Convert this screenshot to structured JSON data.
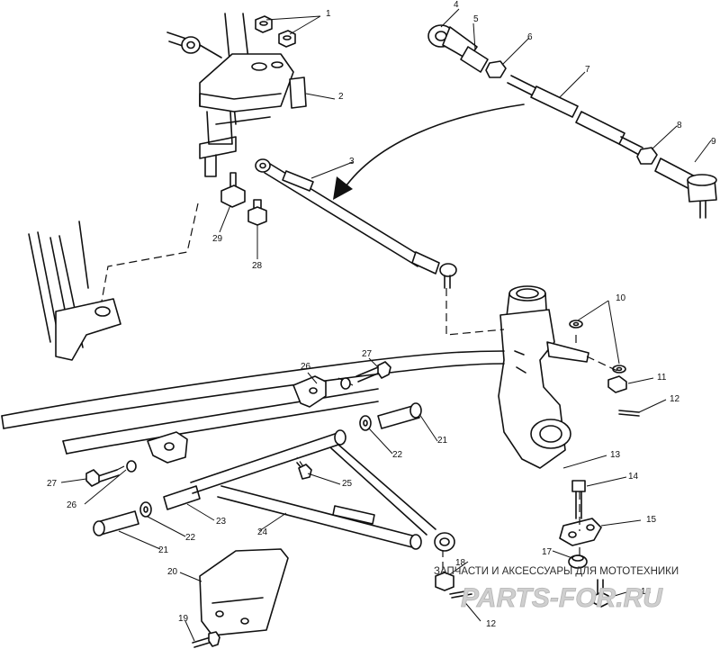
{
  "watermark": {
    "tagline": "ЗАПЧАСТИ И АКСЕССУАРЫ ДЛЯ МОТОТЕХНИКИ",
    "logo": "PARTS-FOR.RU"
  },
  "callouts": [
    "1",
    "2",
    "3",
    "4",
    "5",
    "6",
    "7",
    "8",
    "9",
    "10",
    "11",
    "12",
    "12",
    "13",
    "14",
    "15",
    "16",
    "17",
    "18",
    "19",
    "20",
    "21",
    "21",
    "22",
    "22",
    "23",
    "24",
    "25",
    "26",
    "26",
    "27",
    "27",
    "28",
    "29"
  ]
}
